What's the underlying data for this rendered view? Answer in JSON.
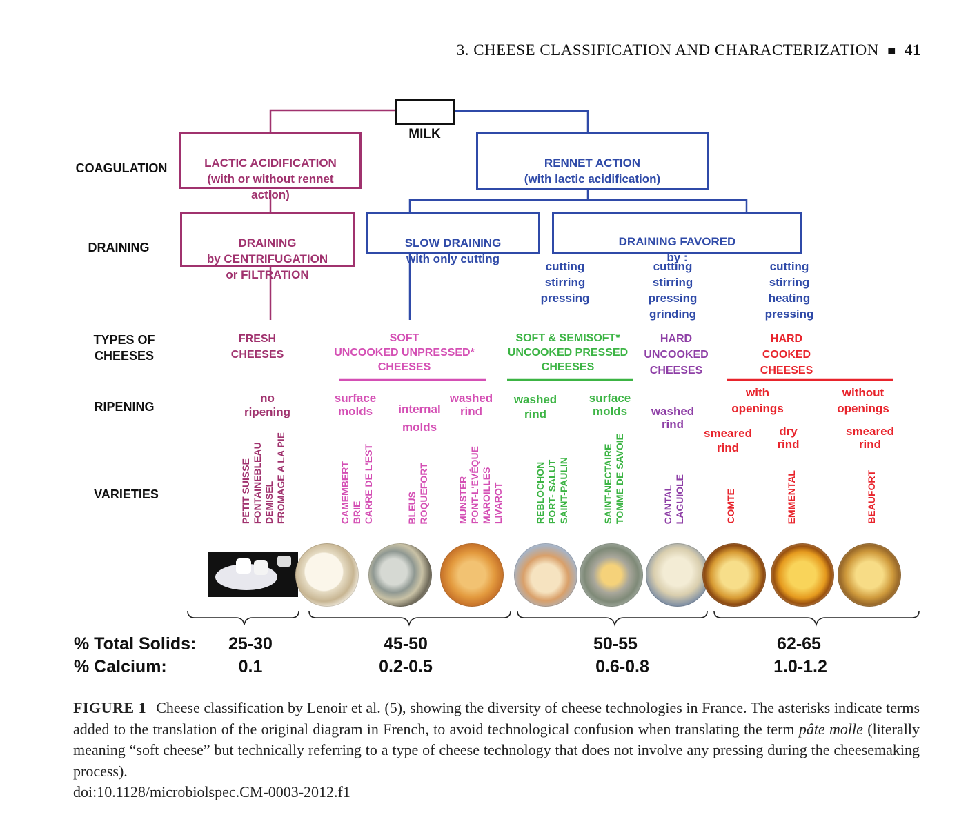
{
  "header": {
    "text": "3.  CHEESE CLASSIFICATION AND CHARACTERIZATION",
    "square": "■",
    "page_number": "41"
  },
  "colors": {
    "lactic": "#a0326e",
    "rennet": "#2f4aa8",
    "soft": "#d44fb4",
    "semisoft": "#3cb444",
    "uncooked": "#8e3fa6",
    "cooked": "#e8242c",
    "text": "#111111"
  },
  "diagram": {
    "milk": "MILK",
    "row_labels": {
      "coagulation": "COAGULATION",
      "draining": "DRAINING",
      "types": "TYPES  OF\nCHEESES",
      "ripening": "RIPENING",
      "varieties": "VARIETIES"
    },
    "lactic_box": "LACTIC ACIDIFICATION\n(with or without rennet\naction)",
    "rennet_box": "RENNET  ACTION\n(with lactic acidification)",
    "centrifugation_box": "DRAINING\nby CENTRIFUGATION\nor FILTRATION",
    "slow_draining_box": "SLOW DRAINING\nwith only cutting",
    "favored_box": "DRAINING   FAVORED\nby :",
    "methods": [
      "cutting\nstirring\npressing",
      "cutting\nstirring\npressing\ngrinding",
      "cutting\nstirring\nheating\npressing"
    ],
    "types": [
      "FRESH\nCHEESES",
      "SOFT\nUNCOOKED UNPRESSED*\nCHEESES",
      "SOFT & SEMISOFT*\nUNCOOKED PRESSED\nCHEESES",
      "HARD\nUNCOOKED\nCHEESES",
      "HARD\nCOOKED\nCHEESES"
    ],
    "ripening": {
      "no_ripening": "no\nripening",
      "surface_molds_1": "surface\nmolds",
      "internal_molds": "internal\n\nmolds",
      "washed_rind_1": "washed\nrind",
      "washed_rind_2": "washed\nrind",
      "surface_molds_2": "surface\nmolds",
      "washed_rind_3": "washed\nrind",
      "with_openings": "with\nopenings",
      "without_openings": "without\nopenings",
      "smeared_rind_1": "smeared\nrind",
      "dry_rind": "dry\nrind",
      "smeared_rind_2": "smeared\nrind"
    },
    "varieties": {
      "fresh": "PETIT SUISSE\nFONTAINEBLEAU\nDEMISEL\nFROMAGE A LA PIE",
      "surface": "CAMEMBERT\nBRIE\nCARRE DE L'EST",
      "internal": "BLEUS\nROQUEFORT",
      "washed": "MUNSTER\nPONT-L'EVÊQUE\nMAROILLES\nLIVAROT",
      "semisoft_washed": "REBLOCHON\nPORT- SALUT\nSAINT-PAULIN",
      "semisoft_surface": "SAINT-NECTAIRE\nTOMME DE SAVOIE",
      "hard_uncooked": "CANTAL\nLAGUIOLE",
      "comte": "COMTE",
      "emmental": "EMMENTAL",
      "beaufort": "BEAUFORT"
    },
    "totals": {
      "solids_label": "% Total Solids:",
      "calcium_label": "% Calcium:",
      "solids": [
        "25-30",
        "45-50",
        "50-55",
        "62-65"
      ],
      "calcium": [
        "0.1",
        "0.2-0.5",
        "0.6-0.8",
        "1.0-1.2"
      ]
    }
  },
  "caption": {
    "label": "FIGURE 1",
    "text_before": "Cheese classification by Lenoir et al. (5), showing the diversity of cheese technologies in France. The asterisks indicate terms added to the translation of the original diagram in French, to avoid technological confusion when translating the term ",
    "italic": "pâte molle",
    "text_after": " (literally meaning “soft cheese” but technically referring to a type of cheese technology that does not involve any pressing during the cheesemaking process).",
    "doi": "doi:10.1128/microbiolspec.CM-0003-2012.f1"
  }
}
